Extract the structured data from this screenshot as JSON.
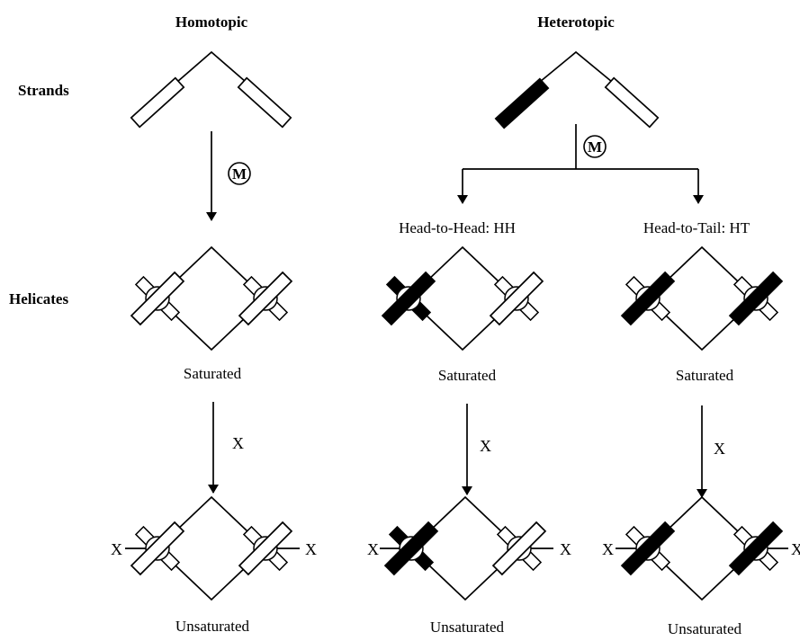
{
  "headers": {
    "homotopic": "Homotopic",
    "heterotopic": "Heterotopic"
  },
  "rows": {
    "strands": "Strands",
    "helicates": "Helicates"
  },
  "metal_symbol": "M",
  "guest_symbol": "X",
  "branches": {
    "head_to_head": "Head-to-Head: HH",
    "head_to_tail": "Head-to-Tail: HT"
  },
  "state_labels": {
    "saturated": "Saturated",
    "unsaturated": "Unsaturated"
  },
  "colors": {
    "ink": "#000000",
    "white_segment": "#ffffff",
    "black_segment": "#000000"
  }
}
